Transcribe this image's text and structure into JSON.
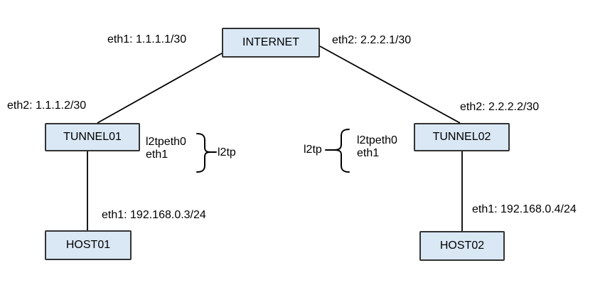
{
  "diagram": {
    "colors": {
      "background": "#ffffff",
      "node_fill": "#dae8f5",
      "node_border": "#333333",
      "edge": "#000000",
      "text": "#000000"
    },
    "nodes": {
      "internet": {
        "label": "INTERNET"
      },
      "tunnel01": {
        "label": "TUNNEL01"
      },
      "tunnel02": {
        "label": "TUNNEL02"
      },
      "host01": {
        "label": "HOST01"
      },
      "host02": {
        "label": "HOST02"
      }
    },
    "interface_labels": {
      "internet_eth1": "eth1: 1.1.1.1/30",
      "internet_eth2": "eth2: 2.2.2.1/30",
      "tunnel01_eth2": "eth2: 1.1.1.2/30",
      "tunnel02_eth2": "eth2: 2.2.2.2/30",
      "host01_eth1": "eth1: 192.168.0.3/24",
      "host02_eth1": "eth1: 192.168.0.4/24"
    },
    "l2tp_left": {
      "interfaces": [
        "l2tpeth0",
        "eth1"
      ],
      "label": "l2tp"
    },
    "l2tp_right": {
      "label": "l2tp",
      "interfaces": [
        "l2tpeth0",
        "eth1"
      ]
    }
  }
}
